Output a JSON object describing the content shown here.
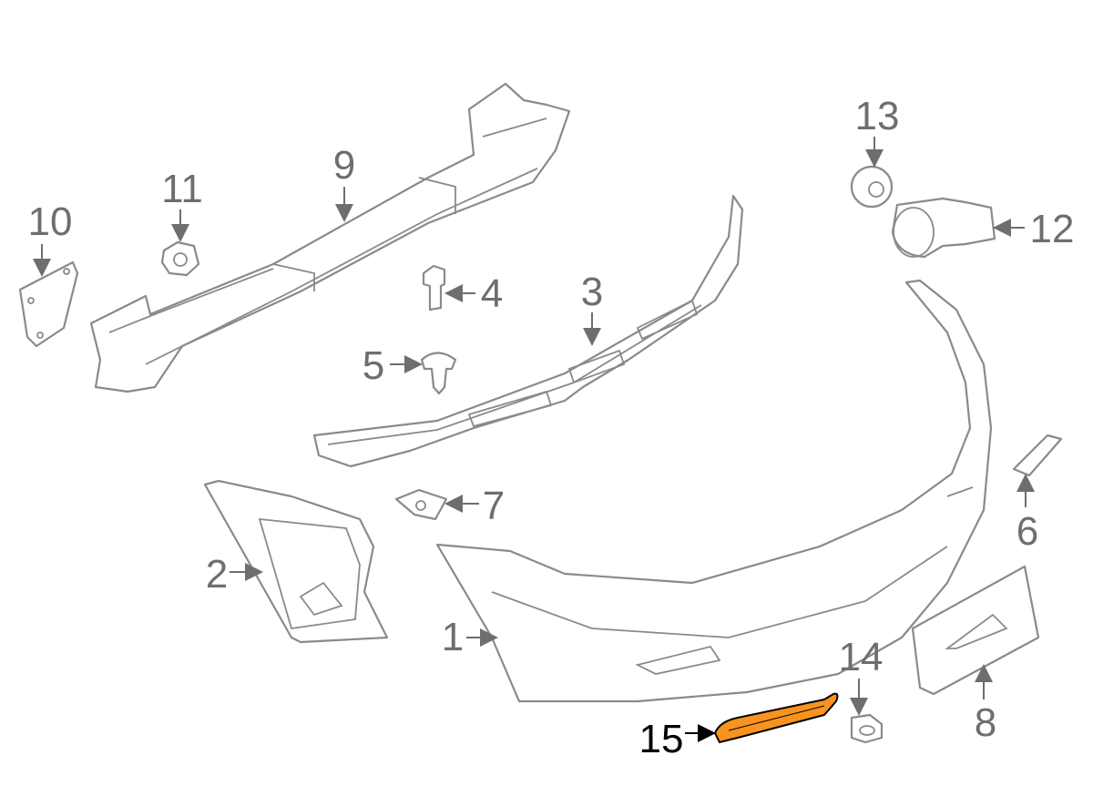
{
  "diagram": {
    "highlight_color": "#F7931E",
    "callouts": [
      {
        "id": "1",
        "label": "1"
      },
      {
        "id": "2",
        "label": "2"
      },
      {
        "id": "3",
        "label": "3"
      },
      {
        "id": "4",
        "label": "4"
      },
      {
        "id": "5",
        "label": "5"
      },
      {
        "id": "6",
        "label": "6"
      },
      {
        "id": "7",
        "label": "7"
      },
      {
        "id": "8",
        "label": "8"
      },
      {
        "id": "9",
        "label": "9"
      },
      {
        "id": "10",
        "label": "10"
      },
      {
        "id": "11",
        "label": "11"
      },
      {
        "id": "12",
        "label": "12"
      },
      {
        "id": "13",
        "label": "13"
      },
      {
        "id": "14",
        "label": "14"
      },
      {
        "id": "15",
        "label": "15"
      }
    ]
  }
}
